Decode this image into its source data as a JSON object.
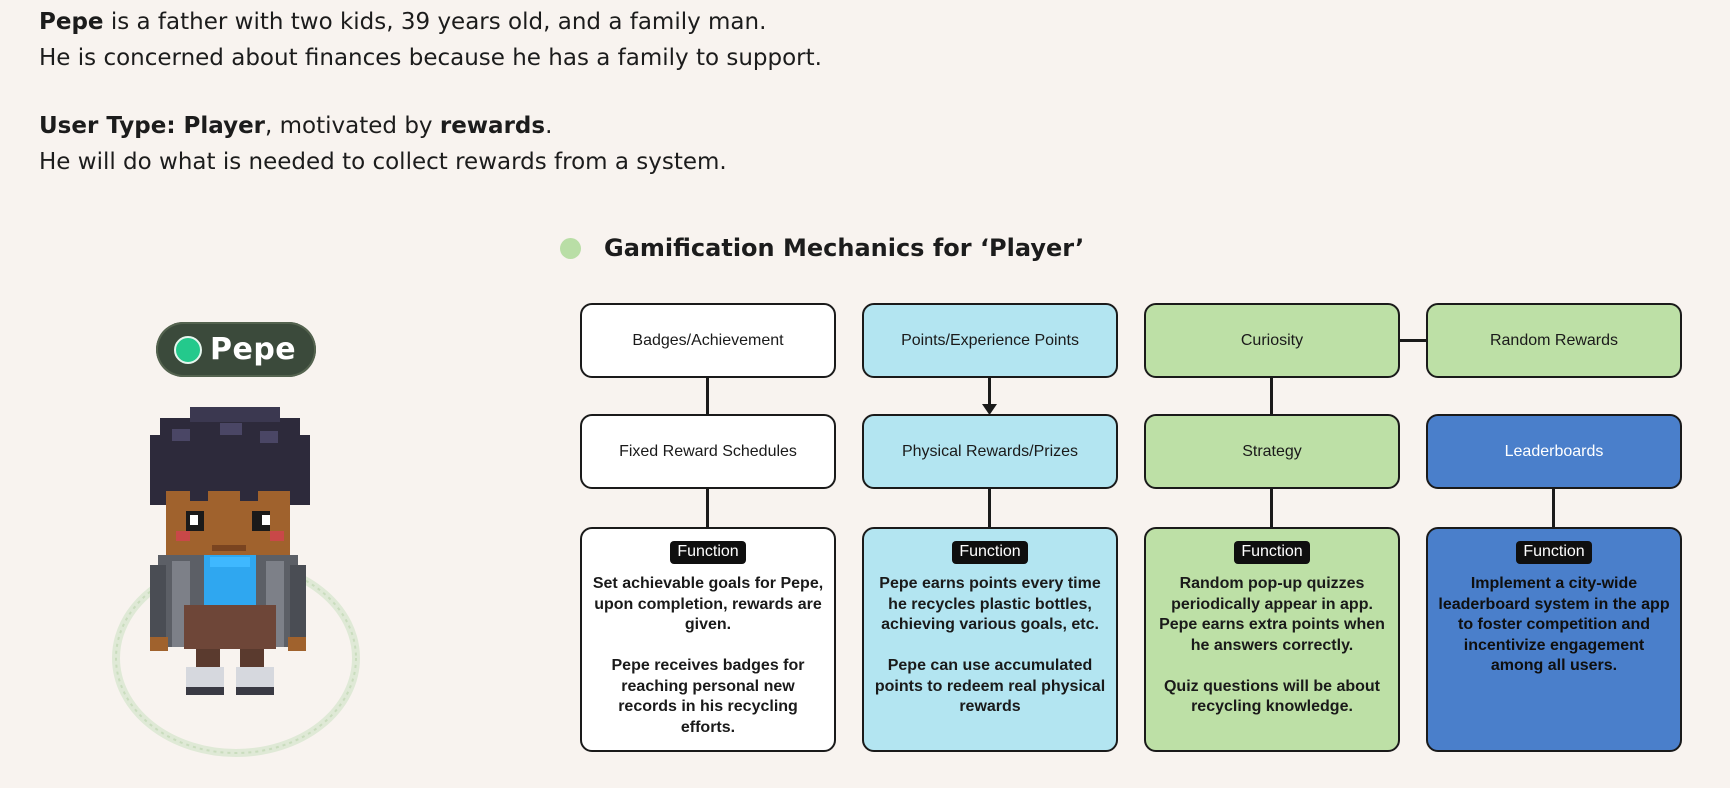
{
  "intro": {
    "line1_bold": "Pepe",
    "line1_rest": " is a father with two kids, 39 years old, and a family man.",
    "line2": "He is concerned about finances because he has a family to support.",
    "line3_bold1": "User Type: Player",
    "line3_mid": ", motivated by ",
    "line3_bold2": "rewards",
    "line3_end": ".",
    "line4": "He will do what is needed to collect rewards from a system."
  },
  "section_title": "Gamification Mechanics for ‘Player’",
  "persona": {
    "name": "Pepe"
  },
  "function_tag": "Function",
  "columns": [
    {
      "color": "#ffffff",
      "top": "Badges/Achievement",
      "middle": "Fixed Reward Schedules",
      "function_text": "Set achievable goals for Pepe, upon completion, rewards are given.\n\nPepe receives badges for reaching personal new records in his recycling efforts."
    },
    {
      "color": "#b3e5f1",
      "top": "Points/Experience Points",
      "middle": "Physical Rewards/Prizes",
      "function_text": "Pepe earns points every time he recycles plastic bottles, achieving various goals, etc.\n\nPepe can use accumulated points to redeem real physical rewards"
    },
    {
      "color": "#bde0a6",
      "top": "Curiosity",
      "middle": "Strategy",
      "function_text": "Random pop-up quizzes periodically appear in app. Pepe earns extra points when he answers correctly.\n\nQuiz questions will be about recycling knowledge."
    },
    {
      "color": "#4a7fcb",
      "top": "Random Rewards",
      "middle": "Leaderboards",
      "function_text": "Implement a city-wide leaderboard system in the app to foster competition and incentivize engagement among all users."
    }
  ]
}
